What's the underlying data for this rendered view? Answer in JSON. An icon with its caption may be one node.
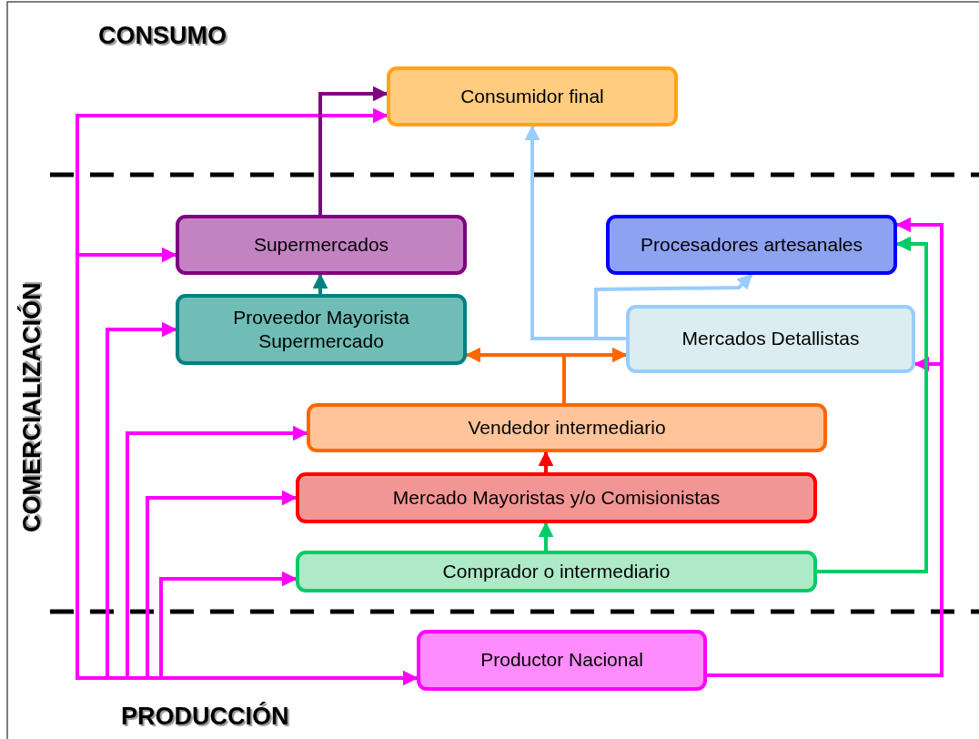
{
  "diagram": {
    "nodes": [
      {
        "text": [
          "Consumidor final"
        ]
      },
      {
        "text": [
          "Supermercados"
        ]
      },
      {
        "text": [
          "Procesadores artesanales"
        ]
      },
      {
        "text": [
          "Proveedor Mayorista Supermercado"
        ]
      },
      {
        "text": [
          "Mercados Detallistas"
        ]
      },
      {
        "text": [
          "Vendedor intermediario"
        ]
      },
      {
        "text": [
          "Mercado Mayoristas y/o Comisionistas"
        ]
      },
      {
        "text": [
          "Comprador o intermediario"
        ]
      },
      {
        "text": [
          "Productor Nacional"
        ]
      }
    ],
    "edges": [
      {
        "from": 8,
        "to": 0,
        "arrow": "both"
      },
      {
        "from": 8,
        "to": 1,
        "arrow": "to"
      },
      {
        "from": 8,
        "to": 3,
        "arrow": "to"
      },
      {
        "from": 8,
        "to": 5,
        "arrow": "to"
      },
      {
        "from": 8,
        "to": 6,
        "arrow": "to"
      },
      {
        "from": 8,
        "to": 7,
        "arrow": "to"
      },
      {
        "from": 8,
        "to": 2,
        "arrow": "to"
      },
      {
        "from": 8,
        "to": 4,
        "arrow": "to"
      },
      {
        "from": 7,
        "to": 2,
        "arrow": "to",
        "color": "#00cc66"
      },
      {
        "from": 1,
        "to": 0,
        "arrow": "to",
        "color": "#800080"
      },
      {
        "from": 3,
        "to": 1,
        "arrow": "to",
        "color": "#008080"
      },
      {
        "from": 4,
        "to": 0,
        "arrow": "to",
        "color": "#99ccff"
      },
      {
        "from": 4,
        "to": 2,
        "arrow": "to",
        "color": "#99ccff"
      },
      {
        "from": 5,
        "to": 3,
        "arrow": "to",
        "color": "#ff6600"
      },
      {
        "from": 5,
        "to": 4,
        "arrow": "to",
        "color": "#ff6600"
      },
      {
        "from": 6,
        "to": 5,
        "arrow": "to",
        "color": "#ff0000"
      },
      {
        "from": 7,
        "to": 6,
        "arrow": "to",
        "color": "#00cc66"
      }
    ],
    "labels": [
      "CONSUMO",
      "COMERCIALIZACIÓN",
      "PRODUCCIÓN"
    ]
  }
}
